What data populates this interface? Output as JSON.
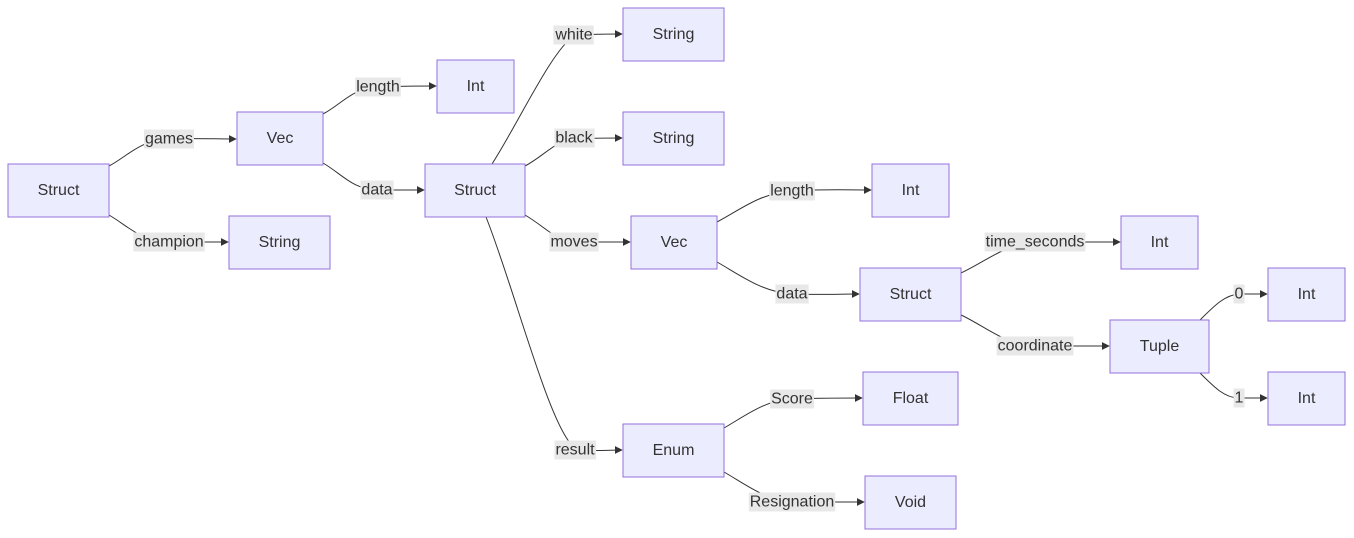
{
  "diagram": {
    "nodes": [
      {
        "id": "n_root",
        "label": "Struct"
      },
      {
        "id": "n_games_vec",
        "label": "Vec"
      },
      {
        "id": "n_champion",
        "label": "String"
      },
      {
        "id": "n_games_len",
        "label": "Int"
      },
      {
        "id": "n_game_struct",
        "label": "Struct"
      },
      {
        "id": "n_white",
        "label": "String"
      },
      {
        "id": "n_black",
        "label": "String"
      },
      {
        "id": "n_moves_vec",
        "label": "Vec"
      },
      {
        "id": "n_result_enum",
        "label": "Enum"
      },
      {
        "id": "n_moves_len",
        "label": "Int"
      },
      {
        "id": "n_move_struct",
        "label": "Struct"
      },
      {
        "id": "n_time",
        "label": "Int"
      },
      {
        "id": "n_tuple",
        "label": "Tuple"
      },
      {
        "id": "n_t0",
        "label": "Int"
      },
      {
        "id": "n_t1",
        "label": "Int"
      },
      {
        "id": "n_score",
        "label": "Float"
      },
      {
        "id": "n_resign",
        "label": "Void"
      }
    ],
    "edges": [
      {
        "from": "n_root",
        "to": "n_games_vec",
        "label": "games"
      },
      {
        "from": "n_root",
        "to": "n_champion",
        "label": "champion"
      },
      {
        "from": "n_games_vec",
        "to": "n_games_len",
        "label": "length"
      },
      {
        "from": "n_games_vec",
        "to": "n_game_struct",
        "label": "data"
      },
      {
        "from": "n_game_struct",
        "to": "n_white",
        "label": "white"
      },
      {
        "from": "n_game_struct",
        "to": "n_black",
        "label": "black"
      },
      {
        "from": "n_game_struct",
        "to": "n_moves_vec",
        "label": "moves"
      },
      {
        "from": "n_game_struct",
        "to": "n_result_enum",
        "label": "result"
      },
      {
        "from": "n_moves_vec",
        "to": "n_moves_len",
        "label": "length"
      },
      {
        "from": "n_moves_vec",
        "to": "n_move_struct",
        "label": "data"
      },
      {
        "from": "n_move_struct",
        "to": "n_time",
        "label": "time_seconds"
      },
      {
        "from": "n_move_struct",
        "to": "n_tuple",
        "label": "coordinate"
      },
      {
        "from": "n_tuple",
        "to": "n_t0",
        "label": "0"
      },
      {
        "from": "n_tuple",
        "to": "n_t1",
        "label": "1"
      },
      {
        "from": "n_result_enum",
        "to": "n_score",
        "label": "Score"
      },
      {
        "from": "n_result_enum",
        "to": "n_resign",
        "label": "Resignation"
      }
    ]
  }
}
